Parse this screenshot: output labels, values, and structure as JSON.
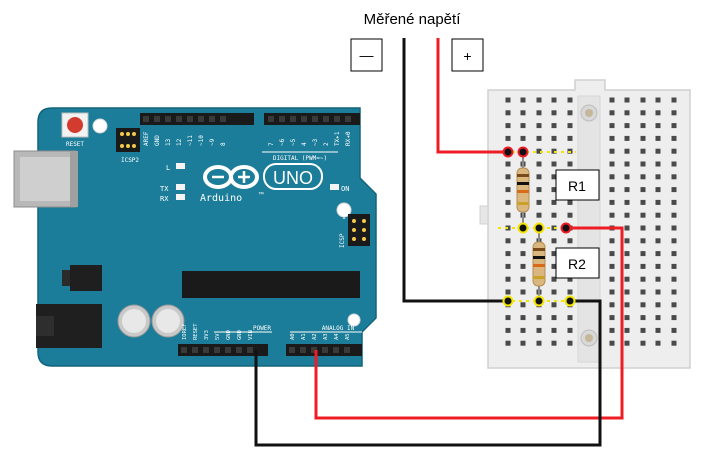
{
  "diagram": {
    "title": "Měřené napětí",
    "terminal_minus": "—",
    "terminal_plus": "+",
    "resistor_labels": [
      "R1",
      "R2"
    ],
    "wire_colors": {
      "positive": "#ee1c24",
      "ground": "#111111"
    }
  },
  "arduino": {
    "reset_label": "RESET",
    "icsp2_label": "ICSP2",
    "led_labels": [
      "L",
      "TX",
      "RX"
    ],
    "on_label": "ON",
    "model": "UNO",
    "brand": "Arduino",
    "trademark": "™",
    "digital_label": "DIGITAL (PWM=~)",
    "top_pins": [
      "AREF",
      "GND",
      "13",
      "12",
      "~11",
      "~10",
      "~9",
      "8",
      "7",
      "~6",
      "~5",
      "4",
      "~3",
      "2",
      "TX▸1",
      "RX◂0"
    ],
    "icsp_label": "ICSP",
    "icsp_one": "1",
    "power_label": "POWER",
    "analog_label": "ANALOG IN",
    "bottom_pins": [
      "IOREF",
      "RESET",
      "3V3",
      "5V",
      "GND",
      "GND",
      "VIN",
      "A0",
      "A1",
      "A2",
      "A3",
      "A4",
      "A5"
    ],
    "board_color": "#1b7d99"
  }
}
